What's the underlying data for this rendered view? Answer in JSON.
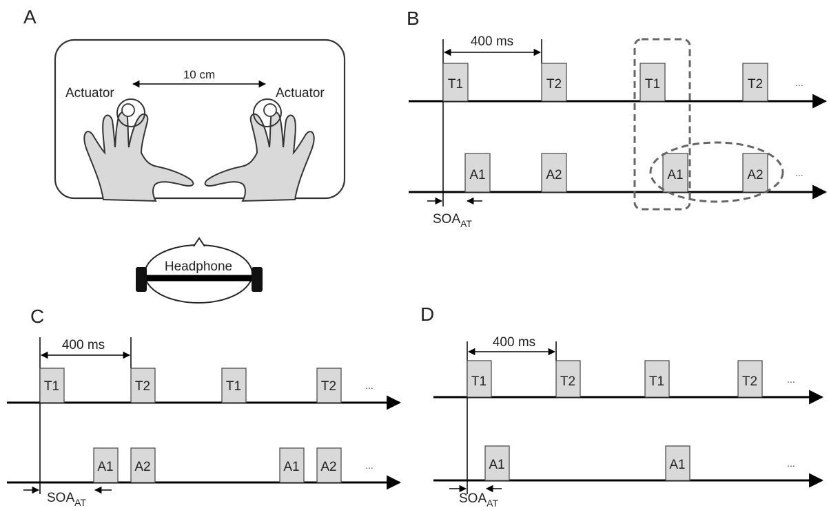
{
  "panels": {
    "a": {
      "letter": "A",
      "actuator_left": "Actuator",
      "actuator_right": "Actuator",
      "distance": "10 cm",
      "headphone": "Headphone"
    },
    "b": {
      "letter": "B",
      "interval": "400 ms",
      "tactile": [
        "T1",
        "T2",
        "T1",
        "T2"
      ],
      "auditory": [
        "A1",
        "A2",
        "A1",
        "A2"
      ],
      "ellipsis_top": "...",
      "ellipsis_bottom": "...",
      "soa": "SOA",
      "soa_sub": "AT"
    },
    "c": {
      "letter": "C",
      "interval": "400 ms",
      "tactile": [
        "T1",
        "T2",
        "T1",
        "T2"
      ],
      "auditory": [
        "A1",
        "A2",
        "A1",
        "A2"
      ],
      "ellipsis_top": "...",
      "ellipsis_bottom": "...",
      "soa": "SOA",
      "soa_sub": "AT"
    },
    "d": {
      "letter": "D",
      "interval": "400 ms",
      "tactile": [
        "T1",
        "T2",
        "T1",
        "T2"
      ],
      "auditory": [
        "A1",
        "A1"
      ],
      "ellipsis_top": "...",
      "ellipsis_bottom": "...",
      "soa": "SOA",
      "soa_sub": "AT"
    }
  }
}
